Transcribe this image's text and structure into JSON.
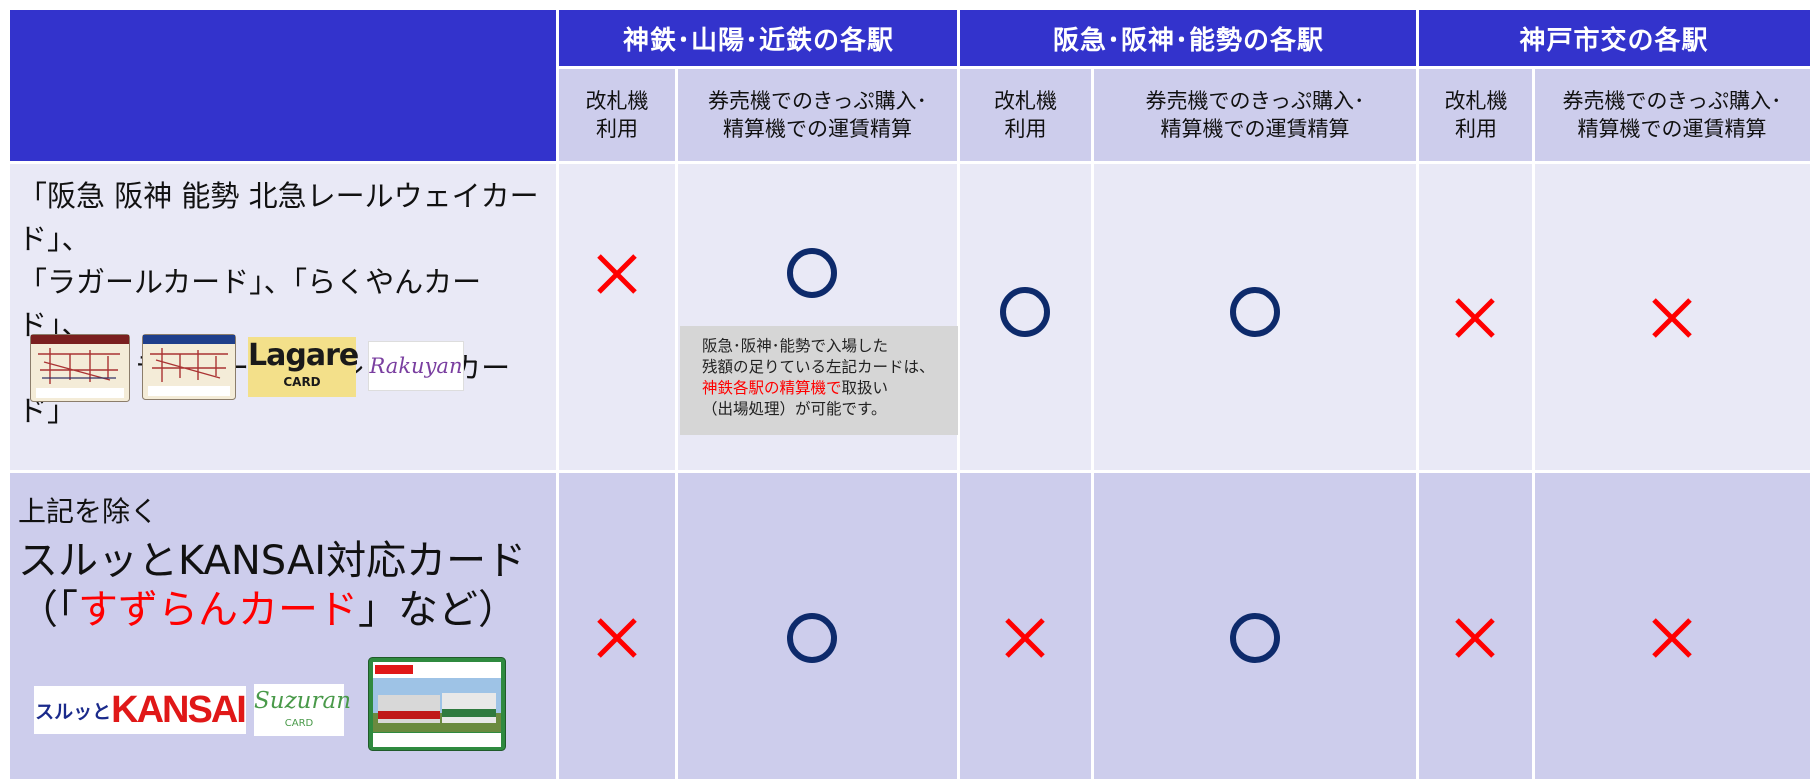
{
  "header": {
    "groups": [
      {
        "label": "神鉄･山陽･近鉄の各駅"
      },
      {
        "label": "阪急･阪神･能勢の各駅"
      },
      {
        "label": "神戸市交の各駅"
      }
    ],
    "col_gate": "改札機\n利用",
    "col_ticket": "券売機でのきっぷ購入･\n精算機での運賃精算"
  },
  "row1": {
    "line1": "「阪急 阪神 能勢 北急レールウェイカード」、",
    "line2": "「ラガールカード」、「らくやんカード」、",
    "line3": "「パストラルカード」、「レジオンカード」",
    "note": {
      "line1": "阪急･阪神･能勢で入場した",
      "line2": "残額の足りている左記カードは、",
      "line3_red": "神鉄各駅の精算機で",
      "line3_rest": "取扱い",
      "line4": "（出場処理）が可能です。"
    },
    "marks": [
      "cross",
      "circle",
      "circle",
      "circle",
      "cross",
      "cross"
    ]
  },
  "row2": {
    "line1": "上記を除く",
    "line2": "スルッとKANSAI対応カード",
    "line3_pre": "（「",
    "line3_red": "すずらんカード",
    "line3_post": "」など）",
    "marks": [
      "cross",
      "circle",
      "cross",
      "circle",
      "cross",
      "cross"
    ]
  },
  "logos": {
    "lagare": "Lagare",
    "lagare_sub": "CARD",
    "rakuyan": "Rakuyan",
    "surutto_kana": "スルッと",
    "kansai": "KANSAI",
    "suzuran": "Suzuran",
    "suzuran_sub": "CARD"
  },
  "colors": {
    "header_blue": "#3333cc",
    "subheader_lavender": "#cdcdec",
    "row1_bg": "#e9e9f6",
    "row2_bg": "#cdcdec",
    "cross_red": "#ff0000",
    "circle_navy": "#0d2a6b"
  }
}
